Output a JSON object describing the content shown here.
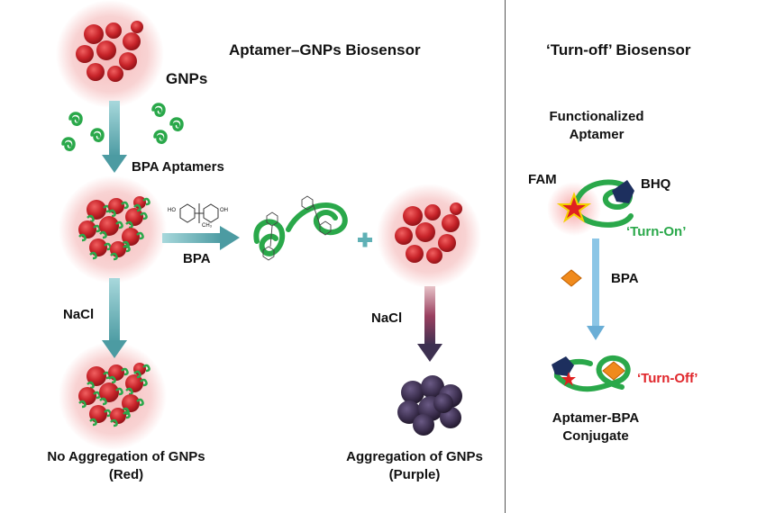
{
  "left_panel": {
    "title": "Aptamer–GNPs Biosensor",
    "gnps_label": "GNPs",
    "aptamers_label": "BPA Aptamers",
    "bpa_label": "BPA",
    "nacl_left": "NaCl",
    "nacl_right": "NaCl",
    "result_left": [
      "No Aggregation  of GNPs",
      "(Red)"
    ],
    "result_right": [
      "Aggregation of GNPs",
      "(Purple)"
    ]
  },
  "right_panel": {
    "title": "‘Turn-off’ Biosensor",
    "functionalized": [
      "Functionalized",
      "Aptamer"
    ],
    "fam": "FAM",
    "bhq": "BHQ",
    "turn_on": "‘Turn-On’",
    "bpa": "BPA",
    "turn_off": "‘Turn-Off’",
    "conjugate": [
      "Aptamer-BPA",
      "Conjugate"
    ]
  },
  "chem_labels": {
    "ho": "HO",
    "oh": "OH",
    "ch3": "CH₃"
  },
  "colors": {
    "gnp_red": "#c8242a",
    "gnp_glow": "#f4b5b5",
    "aggregate_purple": "#3d3050",
    "aptamer_green": "#2aa84a",
    "arrow_teal": "#5fb0b5",
    "arrow_maroon_purple": "#7a3a5a",
    "arrow_blue": "#6aaed6",
    "turn_on_green": "#2aa84a",
    "turn_off_red": "#e0262b",
    "bpa_orange": "#f08a1c",
    "bhq_navy": "#1d2f5e",
    "fam_star": "#e02020"
  }
}
